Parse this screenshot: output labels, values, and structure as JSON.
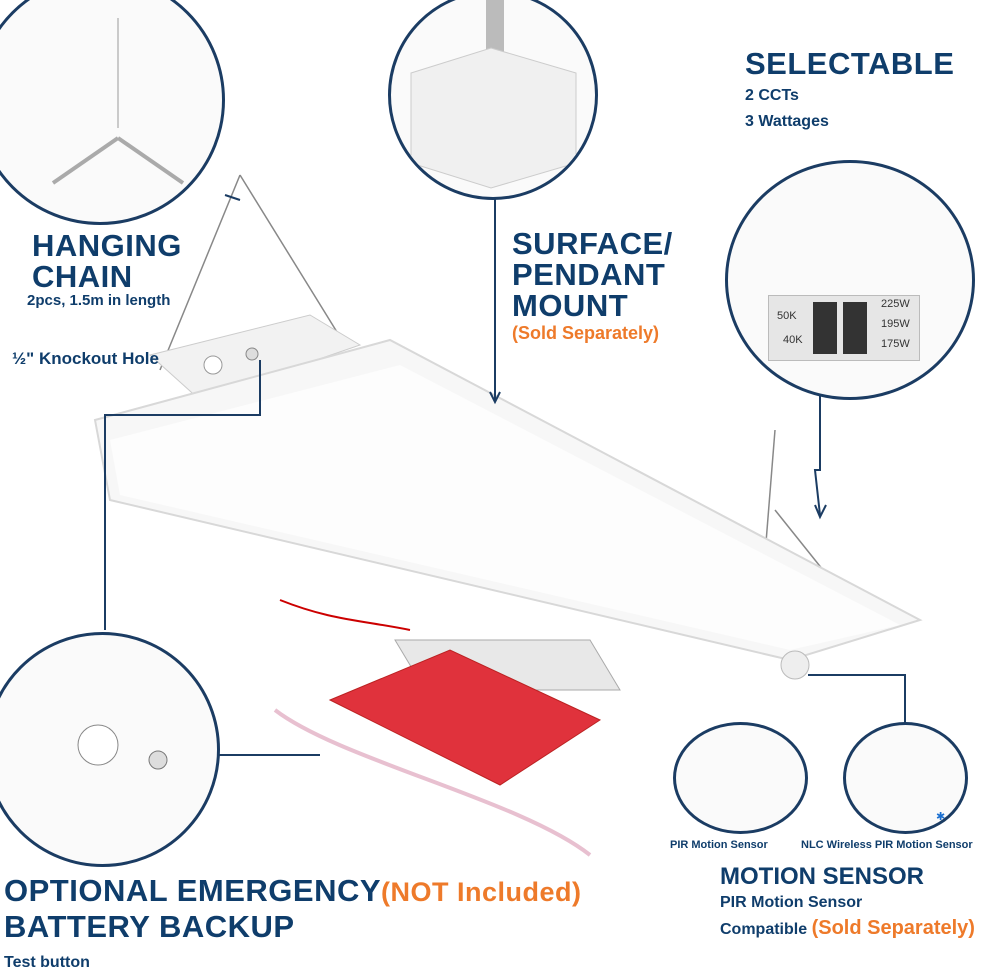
{
  "hanging_chain": {
    "title_line1": "HANGING",
    "title_line2": "CHAIN",
    "detail": "2pcs, 1.5m in length"
  },
  "knockout": {
    "label": "½\" Knockout Hole"
  },
  "surface_mount": {
    "title_line1": "SURFACE/",
    "title_line2": "PENDANT",
    "title_line3": "MOUNT",
    "note": "(Sold Separately)"
  },
  "selectable": {
    "title": "SELECTABLE",
    "line1": "2 CCTs",
    "line2": "3 Wattages"
  },
  "switch_panel": {
    "cct_options": [
      "50K",
      "40K"
    ],
    "wattage_options": [
      "225W",
      "195W",
      "175W"
    ]
  },
  "sensors": {
    "sensor1_label": "PIR Motion Sensor",
    "sensor2_label": "NLC Wireless PIR Motion Sensor"
  },
  "motion_sensor": {
    "title": "MOTION SENSOR",
    "line1": "PIR Motion Sensor",
    "line2": "Compatible",
    "note": "(Sold Separately)"
  },
  "emergency": {
    "title_line1": "OPTIONAL EMERGENCY",
    "note": "(NOT Included)",
    "title_line2": "BATTERY BACKUP",
    "detail": "Test button"
  },
  "colors": {
    "navy": "#0f3d6b",
    "orange": "#ee7a2a",
    "battery_red": "#e0323c"
  }
}
